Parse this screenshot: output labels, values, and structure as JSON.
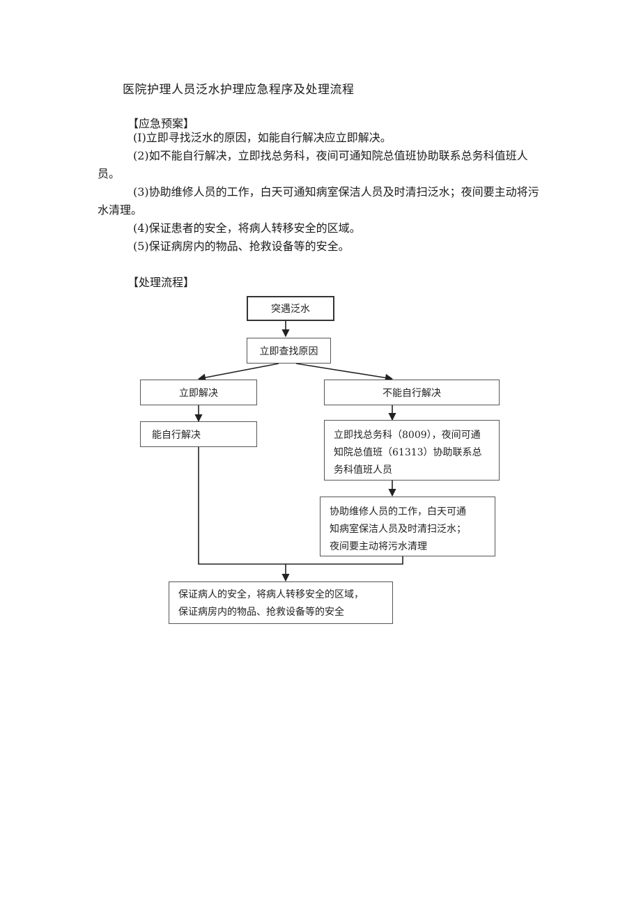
{
  "title": "医院护理人员泛水护理应急程序及处理流程",
  "plan": {
    "heading": "【应急预案】",
    "items": [
      "(I)立即寻找泛水的原因，如能自行解决应立即解决。",
      "(2)如不能自行解决，立即找总务科，夜间可通知院总值班协助联系总务科值班人员。",
      "(3)协助维修人员的工作，白天可通知病室保洁人员及时清扫泛水；夜间要主动将污水清理。",
      "(4)保证患者的安全，将病人转移安全的区域。",
      "(5)保证病房内的物品、抢救设备等的安全。"
    ]
  },
  "process": {
    "heading": "【处理流程】",
    "flowchart": {
      "start": "突遇泛水",
      "find_cause": "立即查找原因",
      "resolve_now": "立即解决",
      "cannot_resolve": "不能自行解决",
      "can_resolve": "能自行解决",
      "contact_lines": [
        "立即找总务科（8009），夜间可通",
        "知院总值班（61313）协助联系总",
        "务科值班人员"
      ],
      "assist_lines": [
        "协助维修人员的工作，白天可通",
        "知病室保洁人员及时清扫泛水；",
        "夜间要主动将污水清理"
      ],
      "safety_lines": [
        "保证病人的安全，将病人转移安全的区域，",
        "保证病房内的物品、抢救设备等的安全"
      ]
    }
  }
}
